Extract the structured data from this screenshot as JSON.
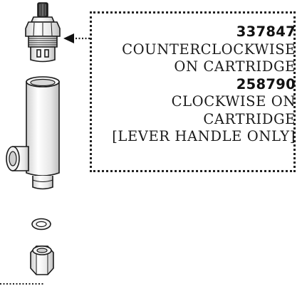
{
  "callout": {
    "part_1": {
      "number": "337847",
      "lines": [
        "COUNTERCLOCKWISE",
        "ON CARTRIDGE"
      ]
    },
    "part_2": {
      "number": "258790",
      "lines": [
        "CLOCKWISE ON",
        "CARTRIDGE",
        "[LEVER HANDLE ONLY]"
      ]
    }
  },
  "icons": {
    "cartridge": "cartridge-icon",
    "body": "valve-body-icon",
    "washer": "washer-icon",
    "nut": "hex-nut-icon",
    "arrow": "callout-arrow-icon"
  }
}
